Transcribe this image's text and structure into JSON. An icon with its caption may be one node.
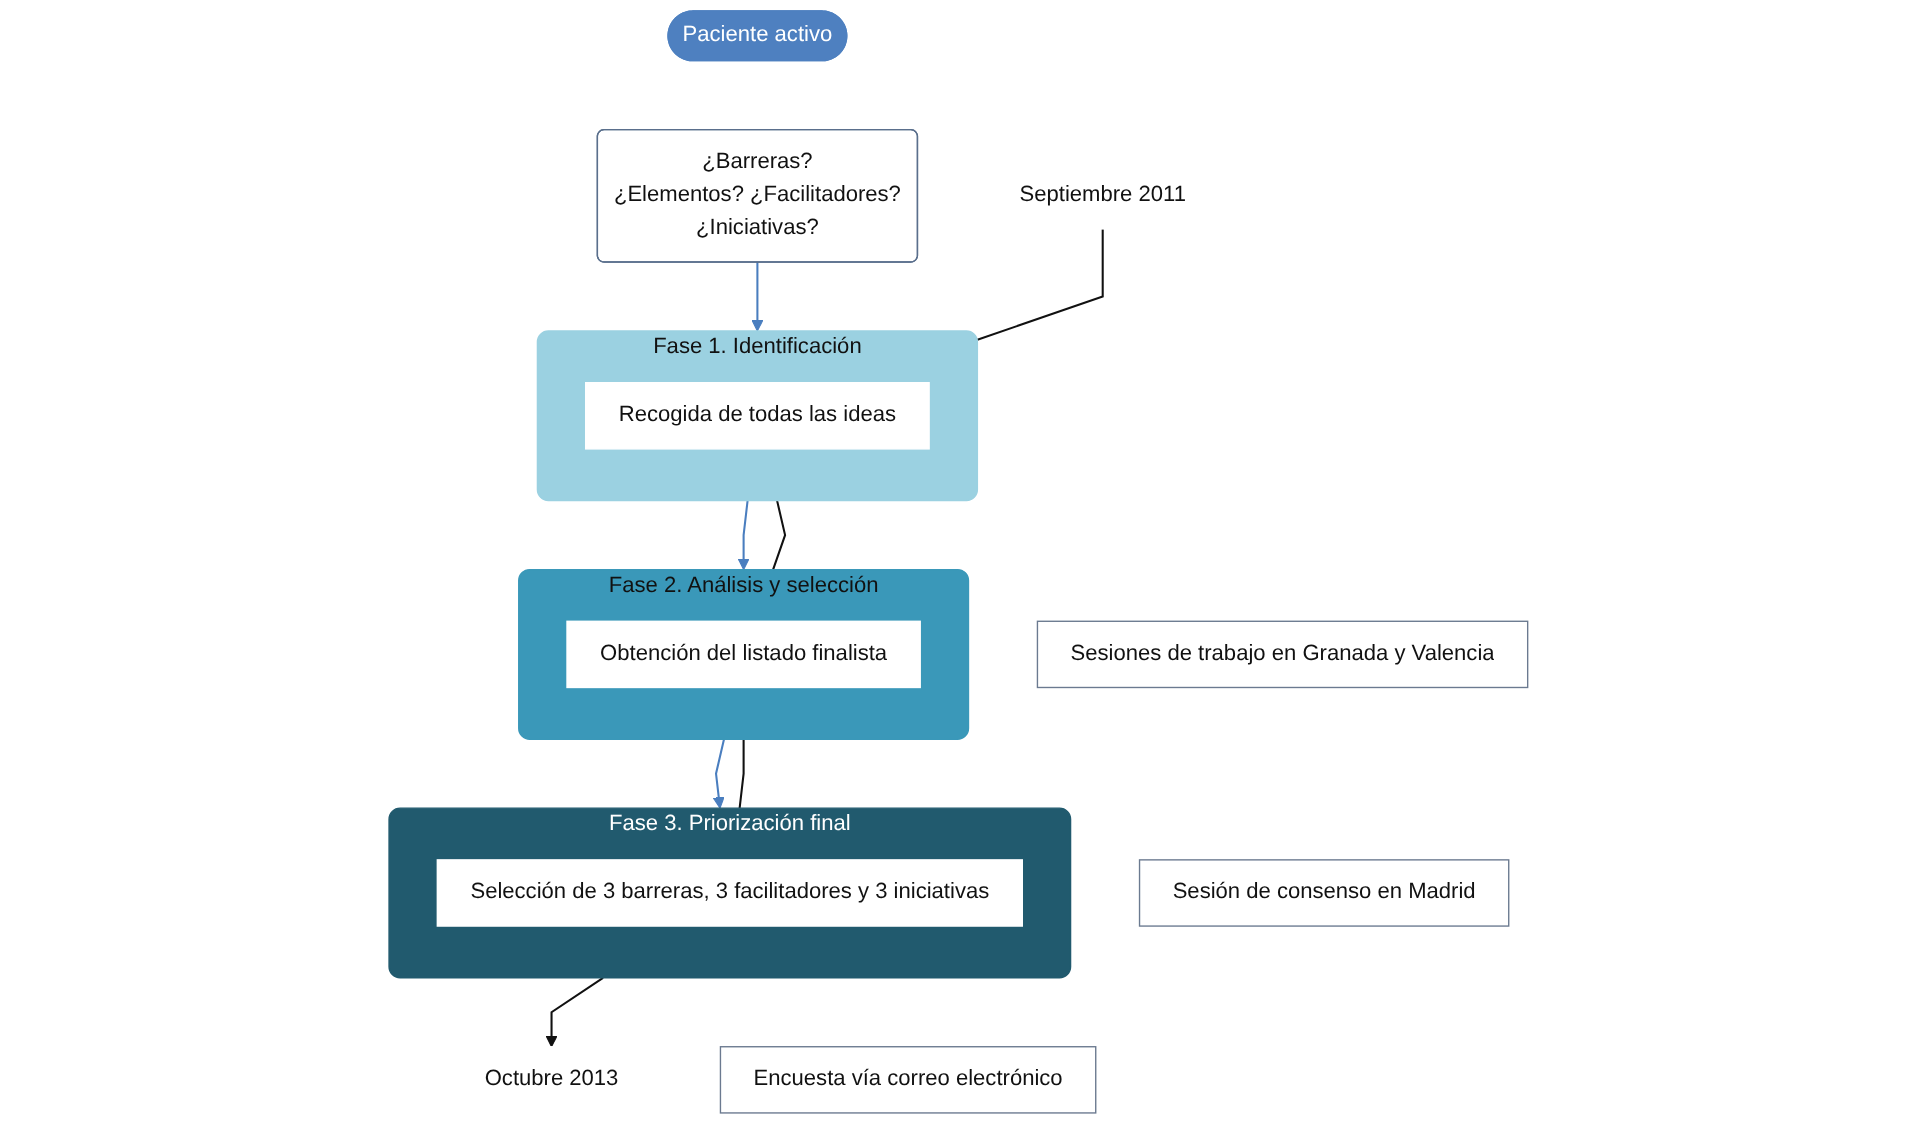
{
  "diagram": {
    "nodes": [
      {
        "text": [
          "Paciente activo"
        ]
      },
      {
        "text": [
          "¿Barreras?",
          "¿Elementos? ¿Facilitadores?",
          "¿Iniciativas?"
        ]
      },
      {
        "text": [
          "Fase 1. Identificación"
        ]
      },
      {
        "text": [
          "Recogida de todas las ideas"
        ],
        "in": 2
      },
      {
        "text": [
          "Fase 2. Análisis y selección"
        ]
      },
      {
        "text": [
          "Obtención del listado finalista"
        ],
        "in": 4
      },
      {
        "text": [
          "Fase 3. Priorización final"
        ]
      },
      {
        "text": [
          "Selección de 3 barreras, 3 facilitadores y 3 iniciativas"
        ],
        "in": 6
      },
      {
        "text": [
          "Sesiones de trabajo en Granada y Valencia"
        ]
      },
      {
        "text": [
          "Sesión de consenso en Madrid"
        ]
      },
      {
        "text": [
          "Encuesta vía correo electrónico"
        ]
      },
      {
        "text": [
          "Septiembre 2011"
        ]
      },
      {
        "text": [
          "Octubre 2013"
        ]
      }
    ],
    "edges": [
      {
        "from": 1,
        "to": 2,
        "arrow": "to",
        "color": "#4a7ebf"
      },
      {
        "from": 2,
        "to": 4,
        "arrow": "to",
        "color": "#4a7ebf"
      },
      {
        "from": 4,
        "to": 6,
        "arrow": "to",
        "color": "#4a7ebf"
      },
      {
        "from": 11,
        "to": 2,
        "arrow": "none"
      },
      {
        "from": 2,
        "to": 4,
        "arrow": "none"
      },
      {
        "from": 4,
        "to": 6,
        "arrow": "none"
      },
      {
        "from": 6,
        "to": 12,
        "arrow": "to"
      }
    ]
  }
}
